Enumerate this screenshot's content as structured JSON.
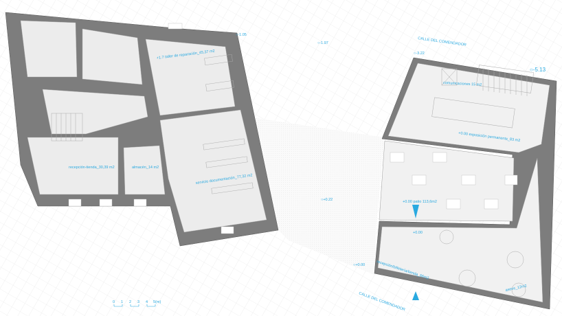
{
  "colors": {
    "annotation": "#29a9e0",
    "wall": "#7d7d7d",
    "floor": "#f1f1f1"
  },
  "left_building": {
    "level_marker": "○-1.05",
    "rooms": {
      "workshop": "+1.7 taller de reparación_45,37 m2",
      "reception": "recepción-tienda_30,39 m2",
      "storage": "almacén_14 m2",
      "documentation": "servicio documentación_77,32 m2"
    }
  },
  "site": {
    "level_1": "○-1.97",
    "level_2": "○+0.22",
    "street_top": "CALLE DEL COMENDADOR",
    "street_bottom": "CALLE DEL COMENDADOR"
  },
  "right_building": {
    "level_a": "○-3.22",
    "level_b": "○-5.13",
    "level_c": "○+0.00",
    "level_d": "+0.00",
    "rooms": {
      "communications": "comunicaciones 15 m2",
      "exhibition": "+0.00 exposición permanente_83 m2",
      "patio": "+0.00  patio 113,6m2",
      "ticketing": "recepción/billetería/tienda_66m2",
      "toilets": "aseos_12m2"
    }
  },
  "scale_bar": {
    "ticks": [
      "0",
      "1",
      "2",
      "3",
      "4",
      "5(m)"
    ]
  }
}
